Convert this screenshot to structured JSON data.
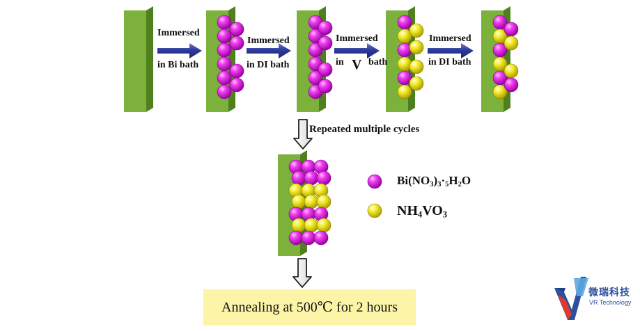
{
  "diagram": {
    "step_labels": [
      {
        "line1": "Immersed",
        "line2": "in Bi bath"
      },
      {
        "line1": "Immersed",
        "line2": "in DI bath"
      },
      {
        "line1": "Immersed",
        "line2": "in",
        "line2_letter": "V",
        "line2_tail": "bath"
      },
      {
        "line1": "Immersed",
        "line2": "in DI bath"
      }
    ],
    "repeat_label": "Repeated multiple cycles",
    "legend": [
      {
        "chem": "Bi(NO3)3·5H2O",
        "color": "#e020e0"
      },
      {
        "chem": "NH4VO3",
        "color": "#f0ea20"
      }
    ],
    "annealing_label": "Annealing at 500℃ for 2 hours",
    "colors": {
      "substrate": "#7cb23c",
      "bi_sphere": "#e020e0",
      "v_sphere": "#f0ea20",
      "arrow": "#2e3a9a",
      "annealing_box": "#fcf5a8"
    }
  },
  "logo": {
    "name": "微瑞科技",
    "subtitle": "VR Technology"
  }
}
